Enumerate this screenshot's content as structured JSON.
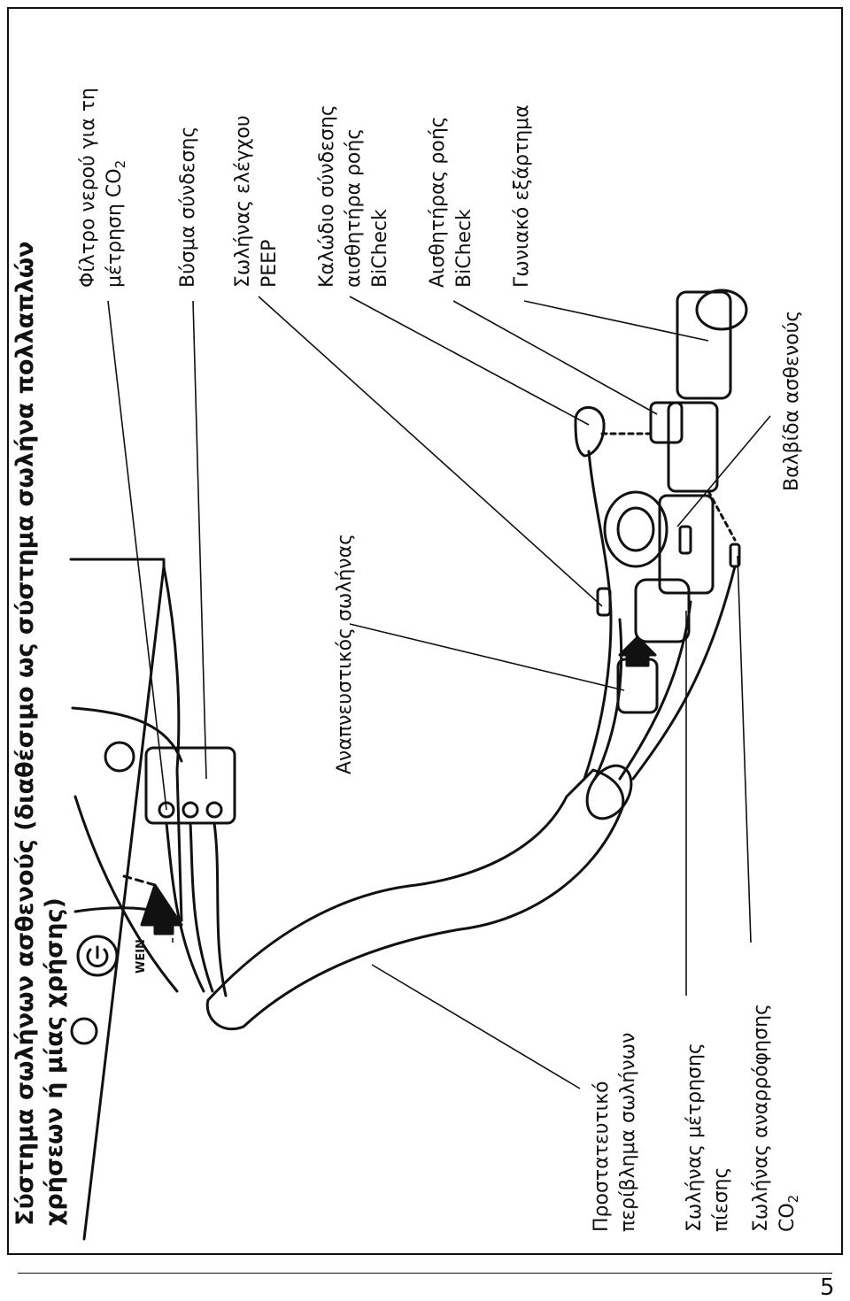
{
  "title_line1": "Σύστημα σωλήνων ασθενούς (διαθέσιμο ως σύστημα σωλήνα πολλαπλών",
  "title_line2": "χρήσεων ή μίας χρήσης)",
  "brand_text": "WEIN",
  "page_number": "5",
  "labels": {
    "water_filter_l1": "Φίλτρο νερού για τη",
    "water_filter_l2": "μέτρηση CO",
    "water_filter_sub": "2",
    "connector_plug": "Βύσμα σύνδεσης",
    "peep_l1": "Σωλήνας ελέγχου",
    "peep_l2": "PEEP",
    "bicheck_cable_l1": "Καλώδιο σύνδεσης",
    "bicheck_cable_l2": "αισθητήρα ροής",
    "bicheck_cable_l3": "BiCheck",
    "bicheck_sensor_l1": "Αισθητήρας ροής",
    "bicheck_sensor_l2": "BiCheck",
    "angle_piece": "Γωνιακό εξάρτημα",
    "breathing_tube": "Αναπνευστικός σωλήνας",
    "patient_valve": "Βαλβίδα ασθενούς",
    "sleeve_l1": "Προστατευτικό",
    "sleeve_l2": "περίβλημα σωλήνων",
    "pressure_tube_l1": "Σωλήνας μέτρησης",
    "pressure_tube_l2": "πίεσης",
    "suction_tube_l1": "Σωλήνας αναρρόφησης",
    "suction_tube_l2": "CO",
    "suction_tube_sub": "2"
  }
}
